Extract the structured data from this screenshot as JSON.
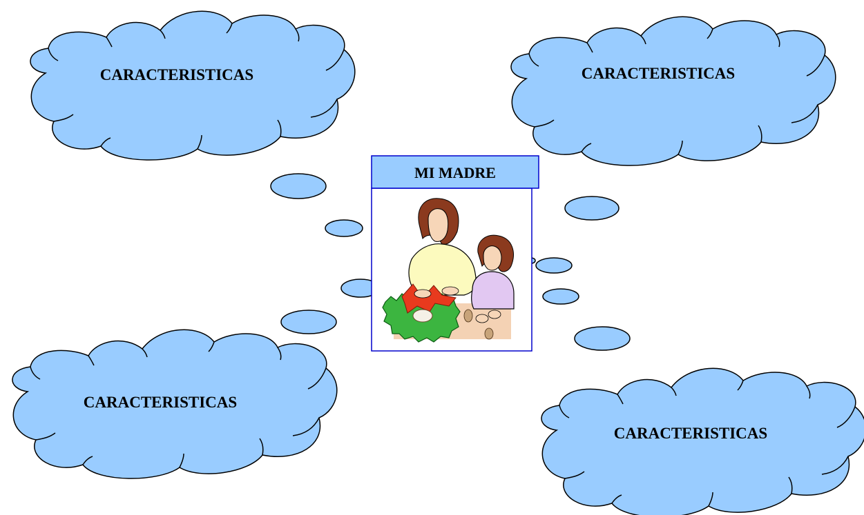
{
  "center": {
    "title": "MI MADRE",
    "image": "mother-and-daughter-making-wreath-clipart"
  },
  "clouds": [
    {
      "label": "CARACTERISTICAS"
    },
    {
      "label": "CARACTERISTICAS"
    },
    {
      "label": "CARACTERISTICAS"
    },
    {
      "label": "CARACTERISTICAS"
    }
  ],
  "colors": {
    "cloud_fill": "#99CCFF",
    "title_fill": "#99CCFF",
    "frame_stroke": "#0000CC",
    "outline": "#000000"
  }
}
